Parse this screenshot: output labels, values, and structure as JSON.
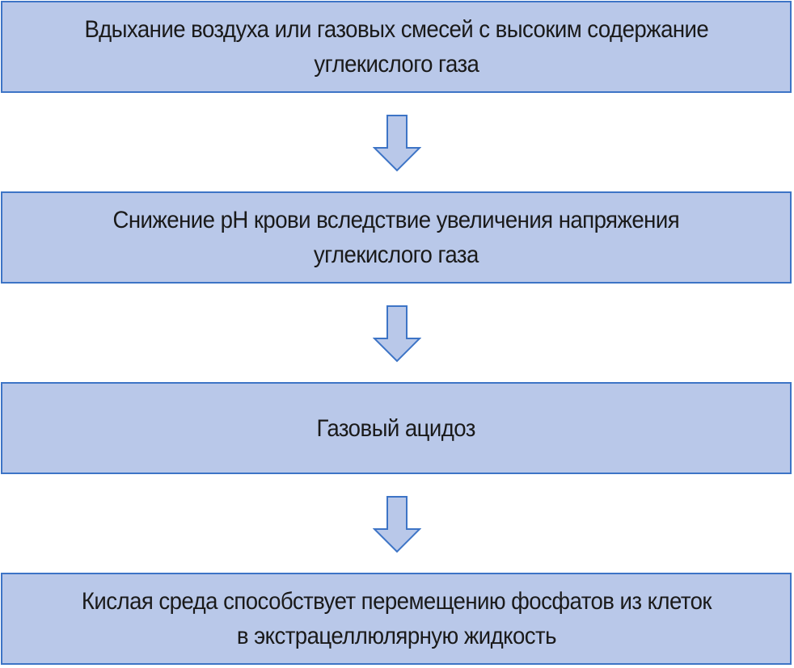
{
  "flowchart": {
    "steps": [
      {
        "text": "Вдыхание воздуха или газовых смесей с высоким содержание\nуглекислого газа"
      },
      {
        "text": "Снижение pH крови вследствие увеличения напряжения\nуглекислого газа"
      },
      {
        "text": "Газовый ацидоз"
      },
      {
        "text": "Кислая среда способствует перемещению фосфатов из клеток\nв экстрацеллюлярную жидкость"
      }
    ]
  },
  "colors": {
    "box_fill": "#b9c8e9",
    "box_border": "#3d74c6",
    "arrow_fill": "#b9c8e9",
    "arrow_stroke": "#3d74c6"
  }
}
